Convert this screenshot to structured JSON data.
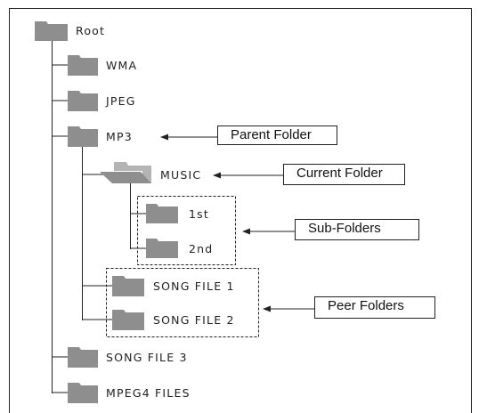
{
  "tree": {
    "root": {
      "label": "Root"
    },
    "wma": {
      "label": "WMA"
    },
    "jpeg": {
      "label": "JPEG"
    },
    "mp3": {
      "label": "MP3"
    },
    "music": {
      "label": "MUSIC"
    },
    "sub_first": {
      "label": "1st"
    },
    "sub_second": {
      "label": "2nd"
    },
    "song_file_1": {
      "label": "SONG FILE 1"
    },
    "song_file_2": {
      "label": "SONG FILE 2"
    },
    "song_file_3": {
      "label": "SONG FILE 3"
    },
    "mpeg4_files": {
      "label": "MPEG4 FILES"
    }
  },
  "callouts": {
    "parent_folder": "Parent Folder",
    "current_folder": "Current Folder",
    "sub_folders": "Sub-Folders",
    "peer_folders": "Peer Folders"
  },
  "icons": {
    "folder": "folder-icon",
    "open_folder": "open-folder-icon"
  },
  "colors": {
    "folder_fill": "#8e8e8e",
    "open_folder_fill": "#b4b4b4",
    "line": "#222222"
  }
}
